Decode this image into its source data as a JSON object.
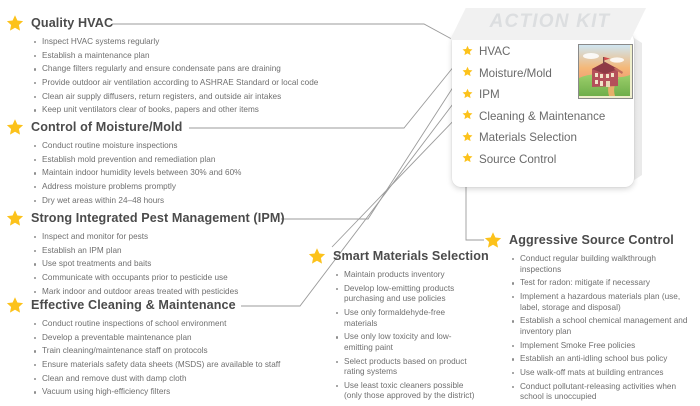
{
  "theme": {
    "star_color": "#FCC21B",
    "heading_color": "#4b4b4b",
    "body_color": "#6f6f6f",
    "line_color": "#9b9b9b",
    "kit_label_color": "#dcdee0",
    "background": "#ffffff"
  },
  "action_kit": {
    "label": "ACTION KIT",
    "thumbnail_name": "school-building-thumbnail",
    "items": [
      {
        "label": "HVAC"
      },
      {
        "label": "Moisture/Mold"
      },
      {
        "label": "IPM"
      },
      {
        "label": "Cleaning & Maintenance"
      },
      {
        "label": "Materials Selection"
      },
      {
        "label": "Source Control"
      }
    ]
  },
  "sections": [
    {
      "id": "quality-hvac",
      "title": "Quality HVAC",
      "bullets": [
        "Inspect HVAC systems regularly",
        "Establish a maintenance plan",
        "Change filters regularly and ensure condensate pans are draining",
        "Provide outdoor air ventilation according to ASHRAE Standard or local code",
        "Clean air supply diffusers, return registers, and outside air intakes",
        "Keep unit ventilators clear of books, papers and other items"
      ]
    },
    {
      "id": "control-of-moisture-mold",
      "title": "Control of Moisture/Mold",
      "bullets": [
        "Conduct routine moisture inspections",
        "Establish mold prevention and remediation plan",
        "Maintain indoor humidity levels between 30% and 60%",
        "Address moisture problems promptly",
        "Dry wet areas within 24–48 hours"
      ]
    },
    {
      "id": "strong-integrated-pest-management",
      "title": "Strong Integrated Pest Management (IPM)",
      "bullets": [
        "Inspect and monitor for pests",
        "Establish an IPM plan",
        "Use spot treatments and baits",
        "Communicate with occupants prior to pesticide use",
        "Mark indoor and outdoor areas treated with pesticides"
      ]
    },
    {
      "id": "effective-cleaning-maintenance",
      "title": "Effective Cleaning & Maintenance",
      "bullets": [
        "Conduct routine inspections of school environment",
        "Develop a preventable maintenance plan",
        "Train cleaning/maintenance staff on protocols",
        "Ensure materials safety data sheets (MSDS) are available to staff",
        "Clean and remove dust with damp cloth",
        "Vacuum using high-efficiency filters"
      ]
    },
    {
      "id": "smart-materials-selection",
      "title": "Smart Materials Selection",
      "bullets": [
        "Maintain products inventory",
        "Develop low-emitting products purchasing and use policies",
        "Use only formaldehyde-free materials",
        "Use only low toxicity and low-emitting paint",
        "Select products based on product rating systems",
        "Use least toxic cleaners possible (only those approved by the district)"
      ]
    },
    {
      "id": "aggressive-source-control",
      "title": "Aggressive Source Control",
      "bullets": [
        "Conduct regular building walkthrough inspections",
        "Test for radon: mitigate if necessary",
        "Implement a hazardous materials plan (use, label, storage and disposal)",
        "Establish a school chemical management and inventory plan",
        "Implement Smoke Free policies",
        "Establish an anti-idling school bus policy",
        "Use walk-off mats at building entrances",
        "Conduct pollutant-releasing activities when school is unoccupied"
      ]
    }
  ]
}
